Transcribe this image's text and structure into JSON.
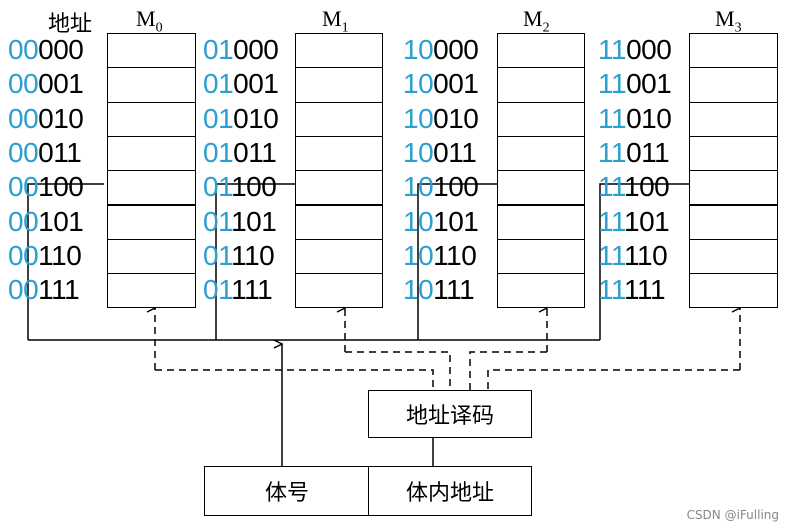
{
  "header": {
    "address_label": "地址"
  },
  "modules": [
    {
      "name": "M",
      "index": "0",
      "bank_bits": "00"
    },
    {
      "name": "M",
      "index": "1",
      "bank_bits": "01"
    },
    {
      "name": "M",
      "index": "2",
      "bank_bits": "10"
    },
    {
      "name": "M",
      "index": "3",
      "bank_bits": "11"
    }
  ],
  "offsets": [
    "000",
    "001",
    "010",
    "011",
    "100",
    "101",
    "110",
    "111"
  ],
  "decoder": {
    "label": "地址译码"
  },
  "address_register": {
    "bank_field": "体号",
    "offset_field": "体内地址"
  },
  "watermark": "CSDN @iFulling"
}
